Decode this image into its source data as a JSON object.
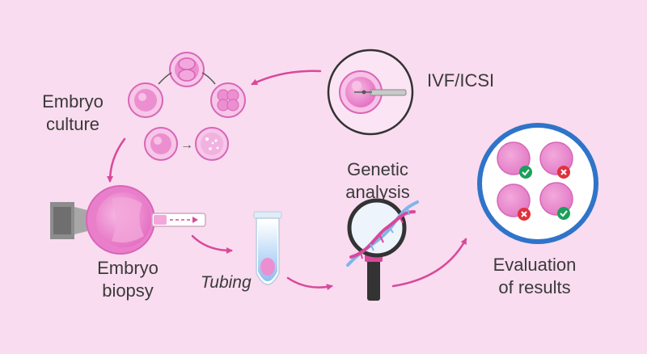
{
  "labels": {
    "embryo_culture": [
      "Embryo",
      "culture"
    ],
    "ivf_icsi": "IVF/ICSI",
    "genetic_analysis": [
      "Genetic",
      "analysis"
    ],
    "embryo_biopsy": [
      "Embryo",
      "biopsy"
    ],
    "tubing": "Tubing",
    "evaluation": [
      "Evaluation",
      "of results"
    ],
    "arrow_symbol": "→"
  },
  "icons": {
    "pass": "check-icon",
    "fail": "cross-icon"
  },
  "evaluation_results": [
    "pass",
    "fail",
    "fail",
    "pass"
  ],
  "colors": {
    "background": "#f9dcef",
    "cell_pink": "#e97fca",
    "cell_light": "#f7c2e6",
    "arrow": "#d9489a",
    "lens_ring": "#2f74c9",
    "pass": "#1aa05a",
    "fail": "#e0313d",
    "dark": "#333333"
  }
}
